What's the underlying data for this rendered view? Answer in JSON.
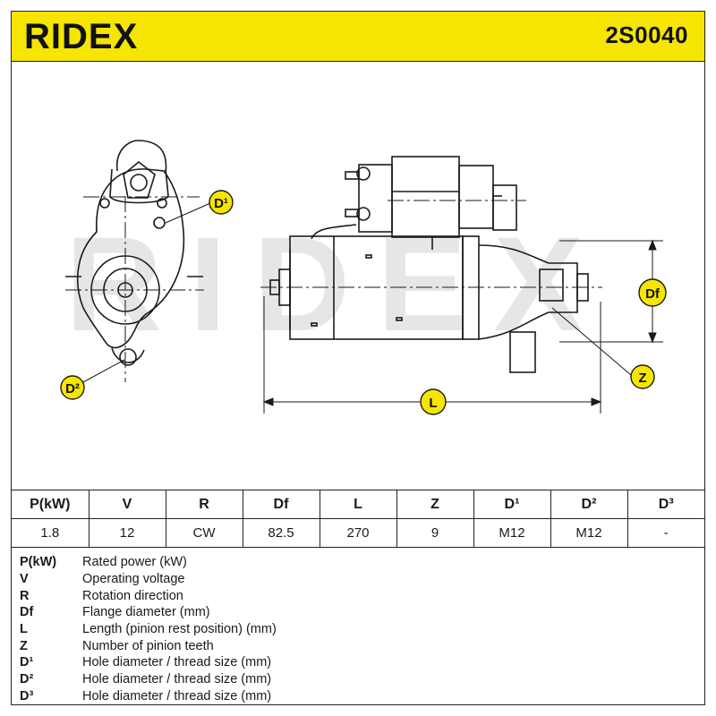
{
  "header": {
    "brand": "RIDEX",
    "part_number": "2S0040"
  },
  "drawing": {
    "callouts": {
      "d1": "D¹",
      "d2": "D²",
      "df": "Df",
      "z": "Z",
      "l": "L"
    },
    "watermark": "RIDEX"
  },
  "specs": {
    "headers": [
      "P(kW)",
      "V",
      "R",
      "Df",
      "L",
      "Z",
      "D¹",
      "D²",
      "D³"
    ],
    "values": [
      "1.8",
      "12",
      "CW",
      "82.5",
      "270",
      "9",
      "M12",
      "M12",
      "-"
    ]
  },
  "legend": [
    {
      "code": "P(kW)",
      "desc": "Rated power (kW)"
    },
    {
      "code": "V",
      "desc": "Operating voltage"
    },
    {
      "code": "R",
      "desc": "Rotation direction"
    },
    {
      "code": "Df",
      "desc": "Flange diameter (mm)"
    },
    {
      "code": "L",
      "desc": "Length (pinion rest position) (mm)"
    },
    {
      "code": "Z",
      "desc": "Number of pinion teeth"
    },
    {
      "code": "D¹",
      "desc": "Hole diameter / thread size (mm)"
    },
    {
      "code": "D²",
      "desc": "Hole diameter / thread size (mm)"
    },
    {
      "code": "D³",
      "desc": "Hole diameter / thread size (mm)"
    }
  ],
  "colors": {
    "header_bg": "#f6e500",
    "line": "#1a1a1a",
    "watermark": "#e6e6e6"
  }
}
